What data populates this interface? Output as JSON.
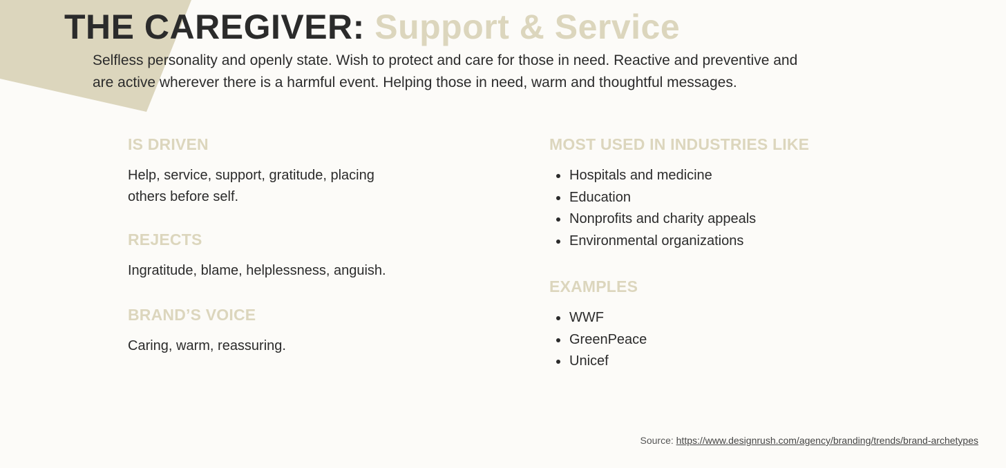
{
  "colors": {
    "background": "#fcfbf8",
    "accent": "#dcd6bd",
    "text": "#2b2b2b"
  },
  "title": {
    "main": "THE CAREGIVER:",
    "subtitle": "Support & Service"
  },
  "intro": "Selfless personality and openly state. Wish to protect and care for those in need. Reactive and preventive and are active wherever there is a harmful event. Helping those in need, warm and thoughtful messages.",
  "left": {
    "is_driven": {
      "heading": "IS DRIVEN",
      "text": "Help, service, support, gratitude, placing others before self."
    },
    "rejects": {
      "heading": "REJECTS",
      "text": "Ingratitude, blame, helplessness, anguish."
    },
    "brands_voice": {
      "heading": "BRAND’S VOICE",
      "text": "Caring, warm, reassuring."
    }
  },
  "right": {
    "industries": {
      "heading": "MOST USED IN INDUSTRIES LIKE",
      "items": [
        "Hospitals and medicine",
        "Education",
        "Nonprofits and charity appeals",
        "Environmental organizations"
      ]
    },
    "examples": {
      "heading": "EXAMPLES",
      "items": [
        "WWF",
        "GreenPeace",
        "Unicef"
      ]
    }
  },
  "source": {
    "label": "Source:",
    "link": "https://www.designrush.com/agency/branding/trends/brand-archetypes"
  }
}
